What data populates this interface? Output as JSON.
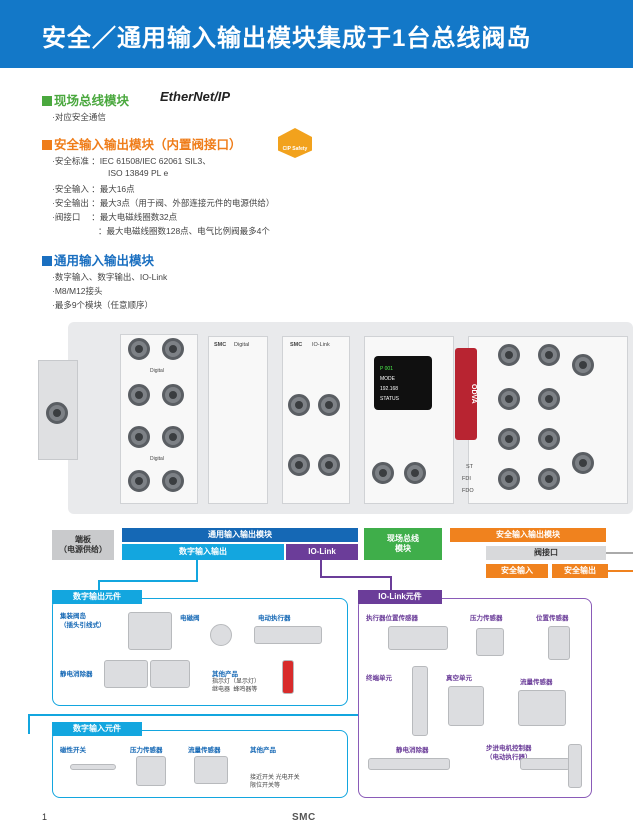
{
  "header": {
    "title": "安全／通用输入输出模块集成于1台总线阀岛"
  },
  "sections": {
    "fieldbus": {
      "title": "现场总线模块",
      "logo": "EtherNet/IP",
      "items": [
        "·对应安全通信"
      ]
    },
    "safety": {
      "title": "安全输入输出模块（内置阀接口）",
      "badge": "CIP Safety",
      "lines": [
        "·安全标准 ：IEC 61508/IEC 62061 SIL3、",
        "ISO 13849 PL e",
        "·安全输入 ：最大16点",
        "·安全输出 ：最大3点（用于阀、外部连接元件的电源供给）",
        "·阀接口 　：最大电磁线圈数32点",
        "：最大电磁线圈数128点、电气比例阀最多4个"
      ]
    },
    "general": {
      "title": "通用输入输出模块",
      "lines": [
        "·数字输入、数字输出、IO-Link",
        "·M8/M12接头",
        "·最多9个模块（任意顺序）"
      ]
    }
  },
  "product": {
    "tag_digital": "Digital",
    "tag_io": "IO-Link",
    "brand": "SMC",
    "odva": "ODVA",
    "screen_lines": [
      "P 001",
      "MODE",
      "192.168",
      "STATUS"
    ],
    "leds": [
      "ST",
      "FDI",
      "FDO"
    ]
  },
  "diagram": {
    "end_plate": "端板\n（电源供给）",
    "general_module": "通用输入输出模块",
    "digital_io": "数字输入输出",
    "io_link": "IO-Link",
    "fieldbus": "现场总线\n模块",
    "safety_module": "安全输入输出模块",
    "valve_interface": "阀接口",
    "safety_in": "安全输入",
    "safety_out": "安全输出",
    "digital_out_title": "数字输出元件",
    "digital_out_items": [
      "集装阀岛\n（插头引线式）",
      "电磁阀",
      "电动执行器",
      "静电消除器",
      "其他产品"
    ],
    "other_note": "指示灯（显示灯）\n继电器  蜂鸣器等",
    "digital_in_title": "数字输入元件",
    "digital_in_items": [
      "磁性开关",
      "压力传感器",
      "流量传感器",
      "其他产品"
    ],
    "digital_in_note": "接近开关 光电开关\n限位开关等",
    "iolink_title": "IO-Link元件",
    "iolink_items": [
      "执行器位置传感器",
      "压力传感器",
      "位置传感器",
      "终端单元",
      "真空单元",
      "流量传感器",
      "静电消除器",
      "步进电机控制器\n（电动执行器）"
    ]
  },
  "footer": {
    "page": "1",
    "brand": "SMC"
  }
}
